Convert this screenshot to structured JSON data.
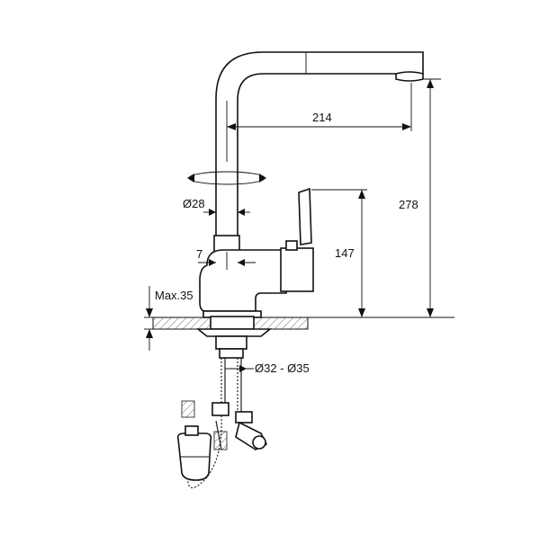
{
  "dimensions": {
    "spout_reach": "214",
    "total_height": "278",
    "lever_height": "147",
    "pipe_diameter": "Ø28",
    "offset": "7",
    "max_thickness": "Max.35",
    "hole_diameter": "Ø32 - Ø35"
  }
}
